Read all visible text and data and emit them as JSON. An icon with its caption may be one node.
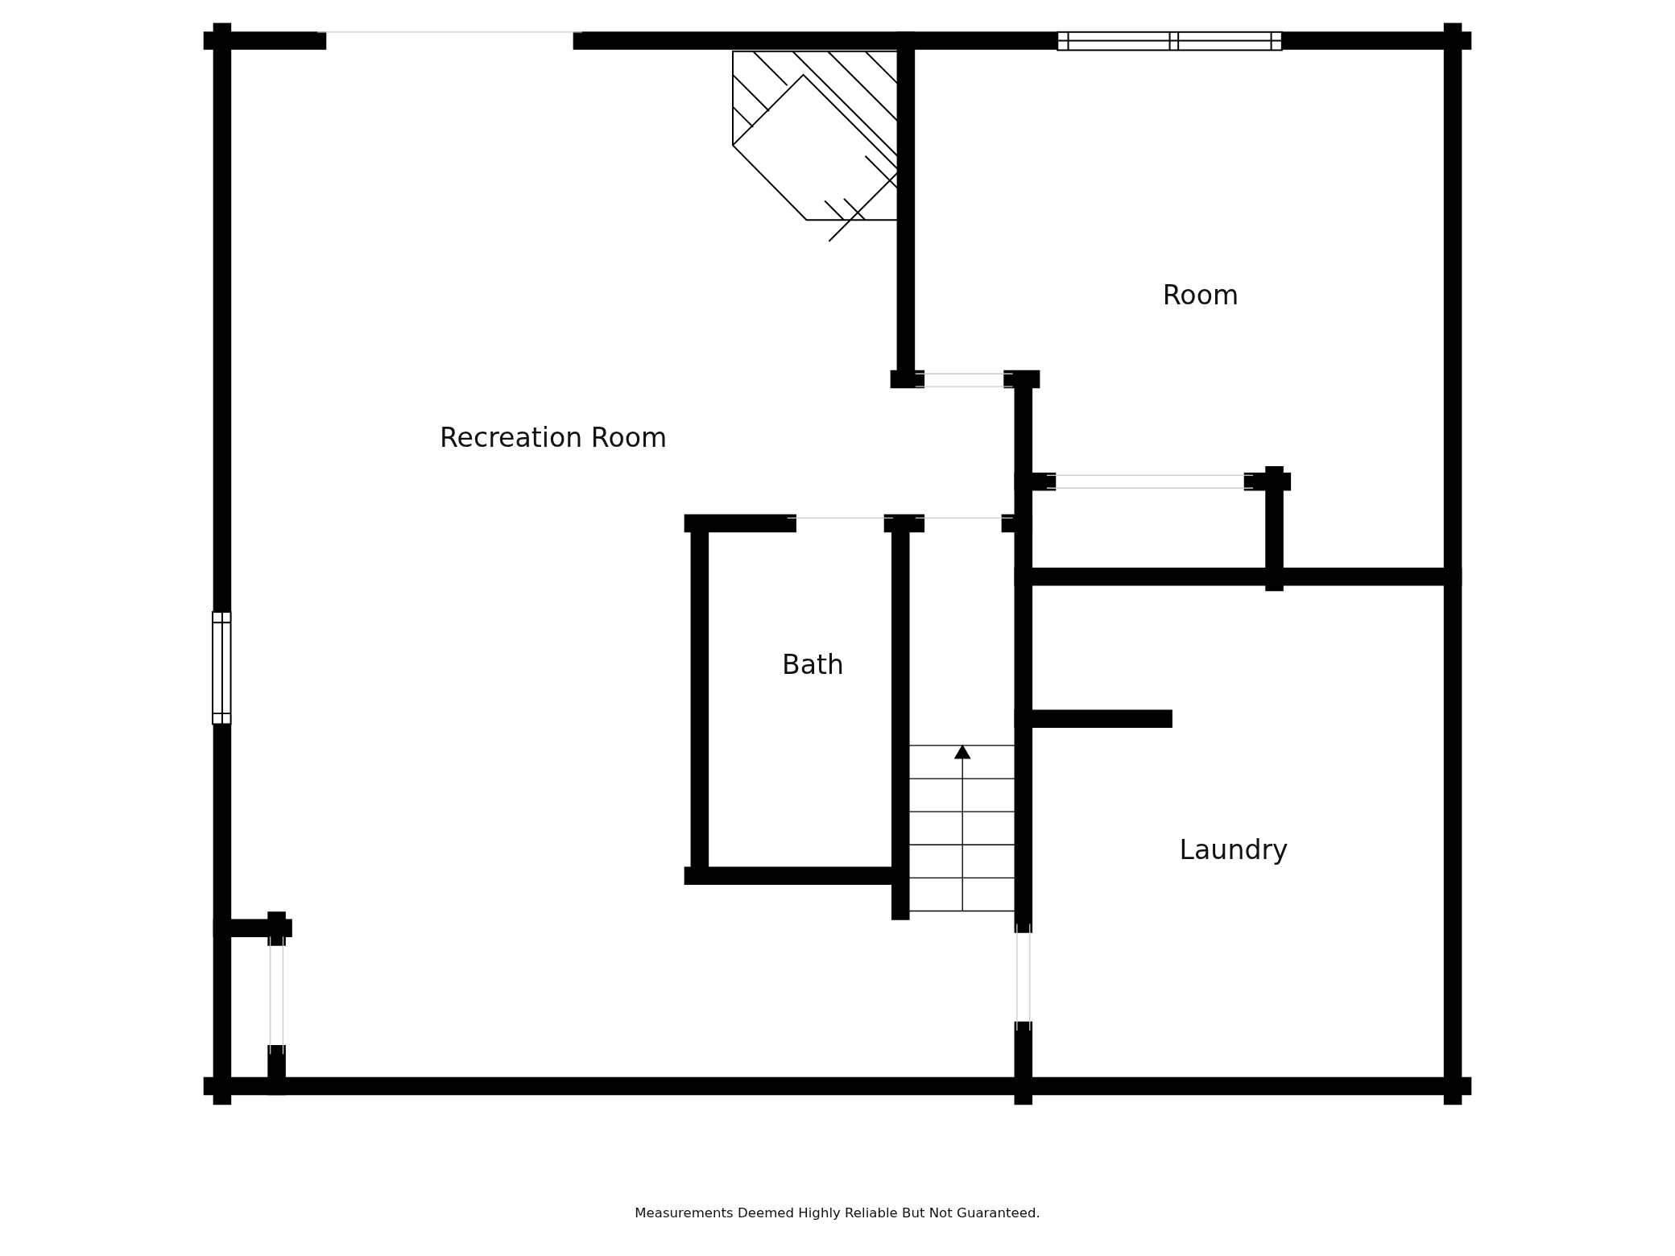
{
  "diagram": {
    "nodes": [
      {
        "text": [
          "Recreation Room"
        ]
      },
      {
        "text": [
          "Room"
        ]
      },
      {
        "text": [
          "Bath"
        ]
      },
      {
        "text": [
          "Laundry"
        ]
      }
    ],
    "caption": "Measurements Deemed Highly Reliable But Not Guaranteed."
  }
}
